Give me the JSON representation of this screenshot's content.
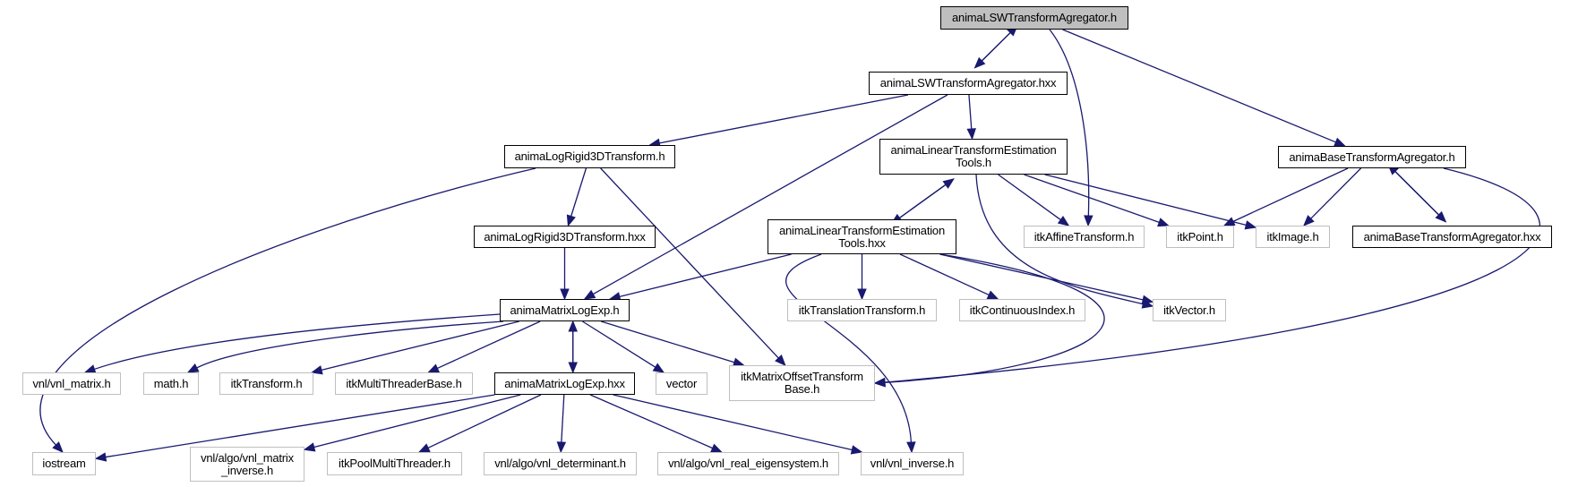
{
  "graph": {
    "nodes": {
      "root": "animaLSWTransformAgregator.h",
      "lswhxx": "animaLSWTransformAgregator.hxx",
      "logrigid_h": "animaLogRigid3DTransform.h",
      "lintools_h": "animaLinearTransformEstimation\nTools.h",
      "base_h": "animaBaseTransformAgregator.h",
      "logrigid_hxx": "animaLogRigid3DTransform.hxx",
      "lintools_hxx": "animaLinearTransformEstimation\nTools.hxx",
      "affine": "itkAffineTransform.h",
      "point": "itkPoint.h",
      "image": "itkImage.h",
      "base_hxx": "animaBaseTransformAgregator.hxx",
      "mle_h": "animaMatrixLogExp.h",
      "translation": "itkTranslationTransform.h",
      "contindex": "itkContinuousIndex.h",
      "vector_itk": "itkVector.h",
      "vnl_matrix": "vnl/vnl_matrix.h",
      "math": "math.h",
      "itktransform": "itkTransform.h",
      "mtbase": "itkMultiThreaderBase.h",
      "mle_hxx": "animaMatrixLogExp.hxx",
      "vector": "vector",
      "matoffset": "itkMatrixOffsetTransform\nBase.h",
      "iostream": "iostream",
      "matinv": "vnl/algo/vnl_matrix\n_inverse.h",
      "pool": "itkPoolMultiThreader.h",
      "det": "vnl/algo/vnl_determinant.h",
      "eig": "vnl/algo/vnl_real_eigensystem.h",
      "vnlinv": "vnl/vnl_inverse.h"
    },
    "edges": [
      [
        "root",
        "lswhxx"
      ],
      [
        "lswhxx",
        "root"
      ],
      [
        "root",
        "affine"
      ],
      [
        "root",
        "base_h"
      ],
      [
        "lswhxx",
        "logrigid_h"
      ],
      [
        "lswhxx",
        "mle_h"
      ],
      [
        "lswhxx",
        "lintools_h"
      ],
      [
        "logrigid_h",
        "iostream"
      ],
      [
        "logrigid_h",
        "logrigid_hxx"
      ],
      [
        "logrigid_h",
        "matoffset"
      ],
      [
        "logrigid_hxx",
        "mle_h"
      ],
      [
        "lintools_h",
        "lintools_hxx"
      ],
      [
        "lintools_hxx",
        "lintools_h"
      ],
      [
        "lintools_h",
        "affine"
      ],
      [
        "lintools_h",
        "point"
      ],
      [
        "lintools_h",
        "image"
      ],
      [
        "lintools_h",
        "vector_itk"
      ],
      [
        "lintools_hxx",
        "mle_h"
      ],
      [
        "lintools_hxx",
        "translation"
      ],
      [
        "lintools_hxx",
        "contindex"
      ],
      [
        "lintools_hxx",
        "vector_itk"
      ],
      [
        "lintools_hxx",
        "matoffset"
      ],
      [
        "lintools_hxx",
        "vnlinv"
      ],
      [
        "base_h",
        "point"
      ],
      [
        "base_h",
        "image"
      ],
      [
        "base_h",
        "base_hxx"
      ],
      [
        "base_hxx",
        "base_h"
      ],
      [
        "base_h",
        "matoffset"
      ],
      [
        "mle_h",
        "vnl_matrix"
      ],
      [
        "mle_h",
        "math"
      ],
      [
        "mle_h",
        "itktransform"
      ],
      [
        "mle_h",
        "mtbase"
      ],
      [
        "mle_h",
        "mle_hxx"
      ],
      [
        "mle_hxx",
        "mle_h"
      ],
      [
        "mle_h",
        "vector"
      ],
      [
        "mle_h",
        "matoffset"
      ],
      [
        "mle_hxx",
        "iostream"
      ],
      [
        "mle_hxx",
        "matinv"
      ],
      [
        "mle_hxx",
        "pool"
      ],
      [
        "mle_hxx",
        "det"
      ],
      [
        "mle_hxx",
        "eig"
      ],
      [
        "mle_hxx",
        "vnlinv"
      ]
    ],
    "colors": {
      "edge": "#191970",
      "root_fill": "#bfbfbf",
      "external_border": "#bfbfbf",
      "documented_border": "#000000"
    }
  }
}
